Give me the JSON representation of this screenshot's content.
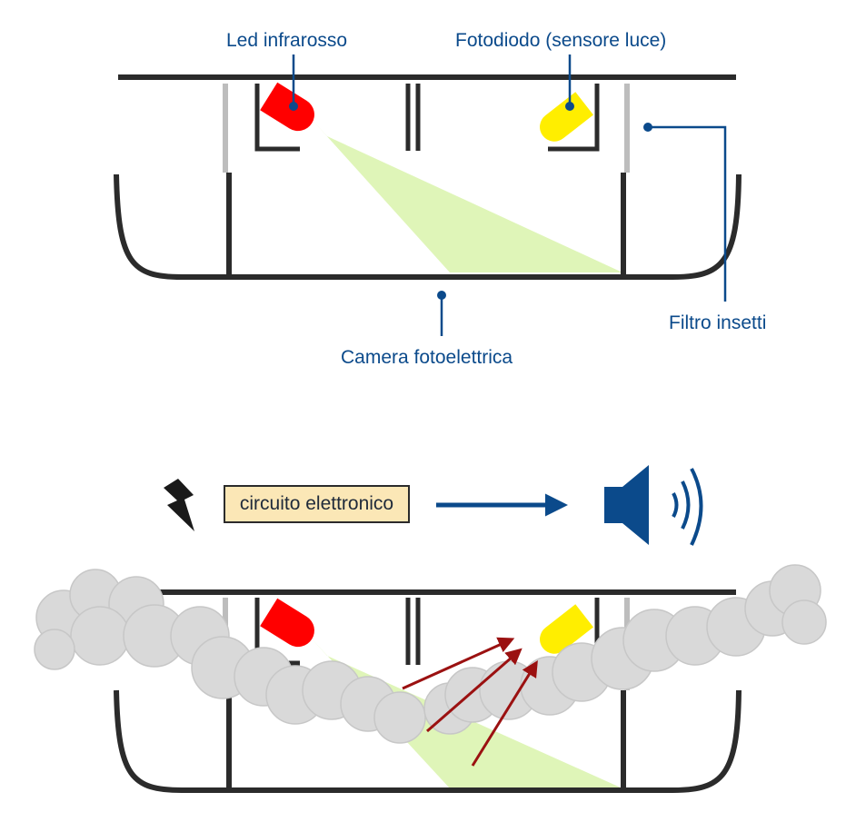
{
  "labels": {
    "led": "Led infrarosso",
    "photodiode": "Fotodiodo (sensore luce)",
    "insect_filter": "Filtro insetti",
    "chamber": "Camera fotoelettrica",
    "circuit": "circuito elettronico"
  },
  "colors": {
    "label_text": "#0b4a8b",
    "leader_line": "#0b4a8b",
    "led": "#ff0000",
    "photodiode": "#ffee00",
    "light_beam": "#dff5b8",
    "housing": "#2b2b2b",
    "filter": "#bdbdbd",
    "smoke": "#d9d9d9",
    "scatter_arrows": "#9b1111",
    "speaker": "#0b4a8b",
    "circuit_box": "#fbe7b6"
  },
  "icons": {
    "power": "lightning-bolt-icon",
    "sound": "speaker-icon",
    "signal": "arrow-right-icon"
  }
}
